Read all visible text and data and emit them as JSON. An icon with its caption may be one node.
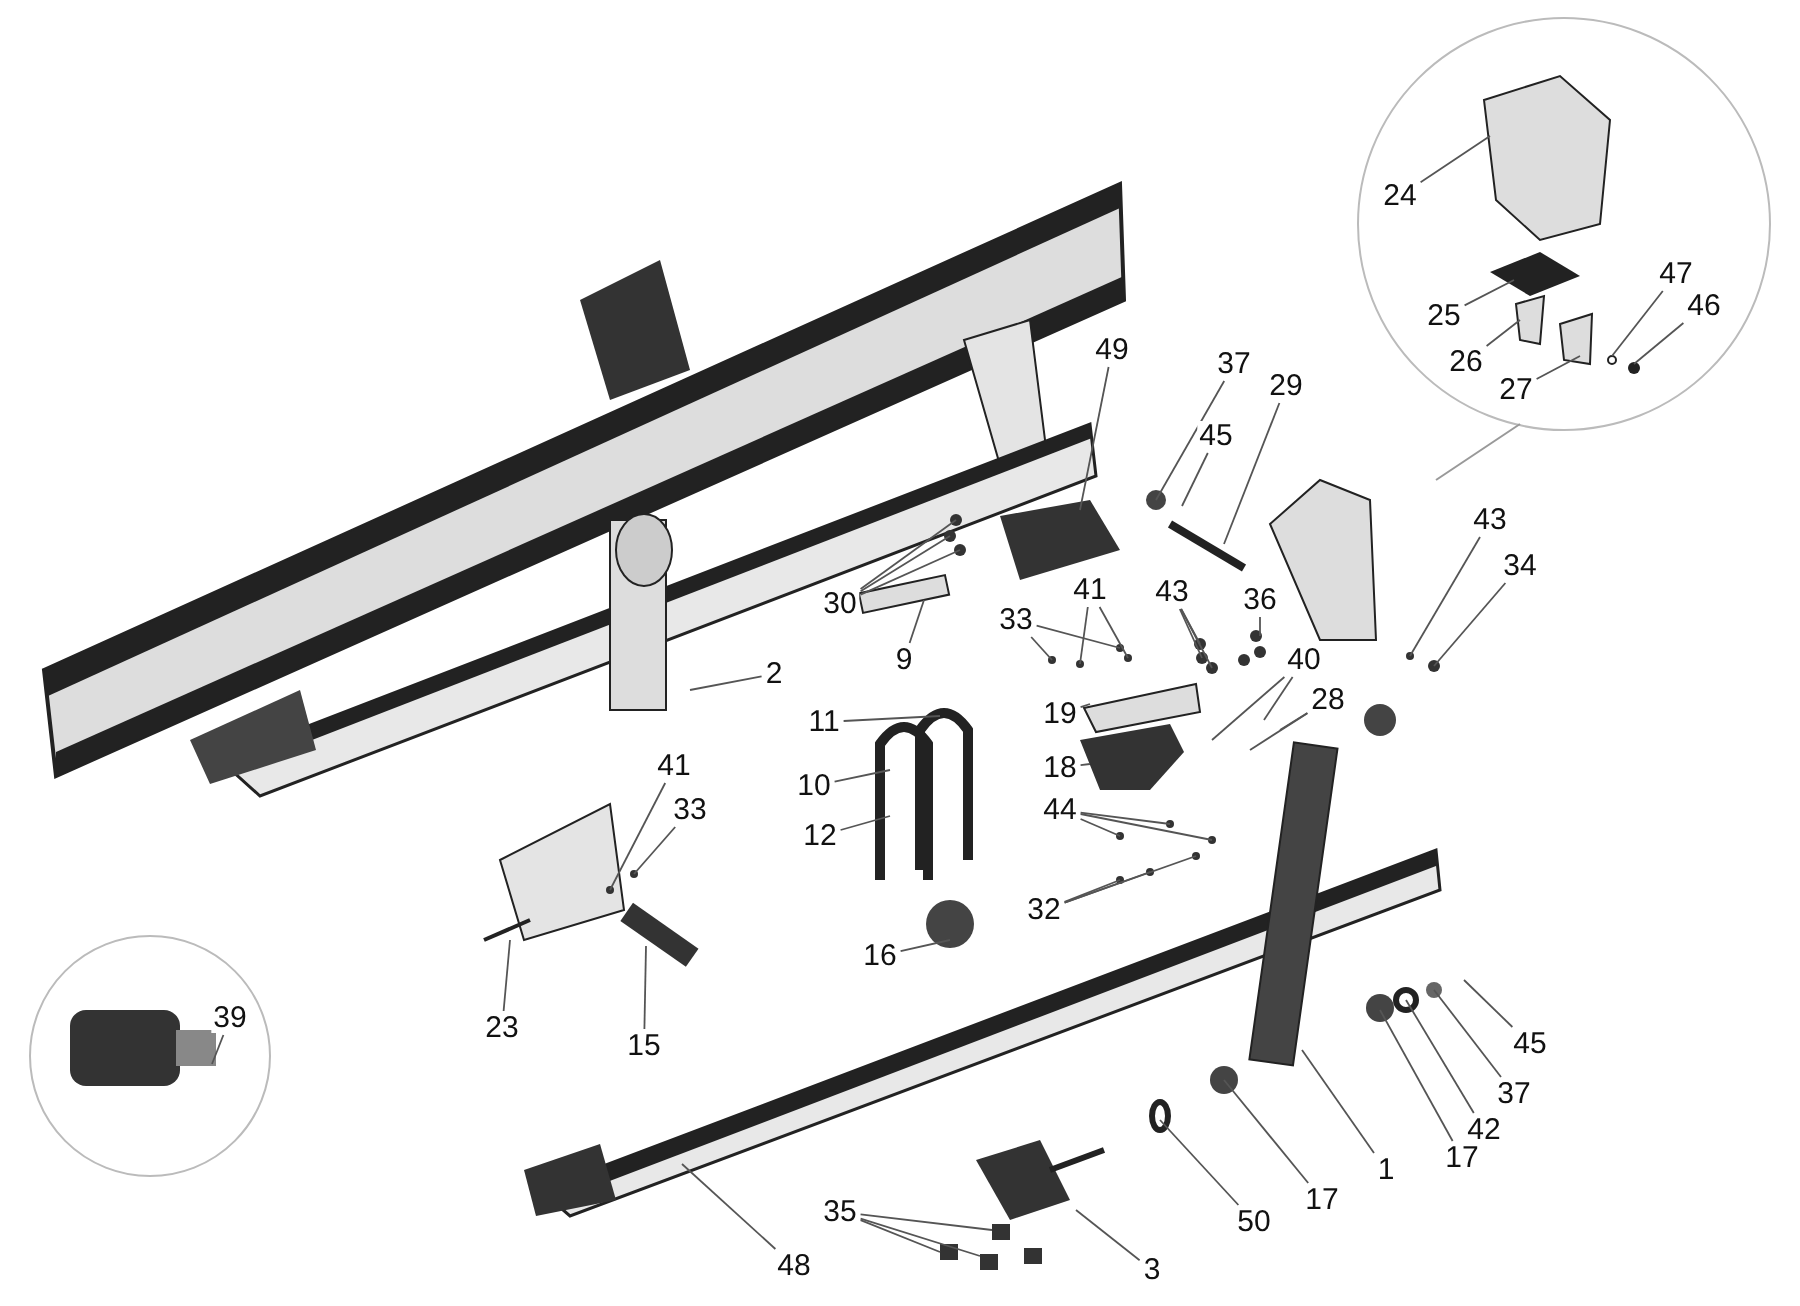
{
  "diagram": {
    "nodes": [
      {
        "text": [
          "24"
        ]
      },
      {
        "text": [
          "25"
        ]
      },
      {
        "text": [
          "26"
        ]
      },
      {
        "text": [
          "27"
        ]
      },
      {
        "text": [
          "47"
        ]
      },
      {
        "text": [
          "46"
        ]
      },
      {
        "text": [
          "49"
        ]
      },
      {
        "text": [
          "37"
        ]
      },
      {
        "text": [
          "29"
        ]
      },
      {
        "text": [
          "45"
        ]
      },
      {
        "text": [
          "43"
        ]
      },
      {
        "text": [
          "34"
        ]
      },
      {
        "text": [
          "30"
        ]
      },
      {
        "text": [
          "36"
        ]
      },
      {
        "text": [
          "43"
        ]
      },
      {
        "text": [
          "41"
        ]
      },
      {
        "text": [
          "33"
        ]
      },
      {
        "text": [
          "9"
        ]
      },
      {
        "text": [
          "2"
        ]
      },
      {
        "text": [
          "40"
        ]
      },
      {
        "text": [
          "28"
        ]
      },
      {
        "text": [
          "11"
        ]
      },
      {
        "text": [
          "19"
        ]
      },
      {
        "text": [
          "10"
        ]
      },
      {
        "text": [
          "18"
        ]
      },
      {
        "text": [
          "41"
        ]
      },
      {
        "text": [
          "33"
        ]
      },
      {
        "text": [
          "12"
        ]
      },
      {
        "text": [
          "44"
        ]
      },
      {
        "text": [
          "32"
        ]
      },
      {
        "text": [
          "16"
        ]
      },
      {
        "text": [
          "39"
        ]
      },
      {
        "text": [
          "23"
        ]
      },
      {
        "text": [
          "15"
        ]
      },
      {
        "text": [
          "45"
        ]
      },
      {
        "text": [
          "37"
        ]
      },
      {
        "text": [
          "42"
        ]
      },
      {
        "text": [
          "17"
        ]
      },
      {
        "text": [
          "1"
        ]
      },
      {
        "text": [
          "17"
        ]
      },
      {
        "text": [
          "50"
        ]
      },
      {
        "text": [
          "3"
        ]
      },
      {
        "text": [
          "48"
        ]
      },
      {
        "text": [
          "35"
        ]
      }
    ],
    "edges": [
      {
        "from": 0,
        "to": null,
        "arrow": "none"
      },
      {
        "from": 1,
        "to": null,
        "arrow": "none"
      },
      {
        "from": 2,
        "to": null,
        "arrow": "none"
      },
      {
        "from": 3,
        "to": null,
        "arrow": "none"
      },
      {
        "from": 4,
        "to": null,
        "arrow": "none"
      },
      {
        "from": 5,
        "to": null,
        "arrow": "none"
      },
      {
        "from": 6,
        "to": null,
        "arrow": "none"
      },
      {
        "from": 7,
        "to": null,
        "arrow": "none"
      },
      {
        "from": 8,
        "to": null,
        "arrow": "none"
      },
      {
        "from": 9,
        "to": null,
        "arrow": "none"
      },
      {
        "from": 10,
        "to": null,
        "arrow": "none"
      },
      {
        "from": 11,
        "to": null,
        "arrow": "none"
      },
      {
        "from": 12,
        "to": null,
        "arrow": "none"
      },
      {
        "from": 12,
        "to": null,
        "arrow": "none"
      },
      {
        "from": 12,
        "to": null,
        "arrow": "none"
      },
      {
        "from": 13,
        "to": null,
        "arrow": "none"
      },
      {
        "from": 14,
        "to": null,
        "arrow": "none"
      },
      {
        "from": 14,
        "to": null,
        "arrow": "none"
      },
      {
        "from": 14,
        "to": null,
        "arrow": "none"
      },
      {
        "from": 15,
        "to": null,
        "arrow": "none"
      },
      {
        "from": 15,
        "to": null,
        "arrow": "none"
      },
      {
        "from": 16,
        "to": null,
        "arrow": "none"
      },
      {
        "from": 16,
        "to": null,
        "arrow": "none"
      },
      {
        "from": 17,
        "to": null,
        "arrow": "none"
      },
      {
        "from": 18,
        "to": null,
        "arrow": "none"
      },
      {
        "from": 19,
        "to": null,
        "arrow": "none"
      },
      {
        "from": 19,
        "to": null,
        "arrow": "none"
      },
      {
        "from": 20,
        "to": null,
        "arrow": "none"
      },
      {
        "from": 20,
        "to": null,
        "arrow": "none"
      },
      {
        "from": 21,
        "to": null,
        "arrow": "none"
      },
      {
        "from": 22,
        "to": null,
        "arrow": "none"
      },
      {
        "from": 23,
        "to": null,
        "arrow": "none"
      },
      {
        "from": 24,
        "to": null,
        "arrow": "none"
      },
      {
        "from": 25,
        "to": null,
        "arrow": "none"
      },
      {
        "from": 26,
        "to": null,
        "arrow": "none"
      },
      {
        "from": 27,
        "to": null,
        "arrow": "none"
      },
      {
        "from": 28,
        "to": null,
        "arrow": "none"
      },
      {
        "from": 28,
        "to": null,
        "arrow": "none"
      },
      {
        "from": 28,
        "to": null,
        "arrow": "none"
      },
      {
        "from": 29,
        "to": null,
        "arrow": "none"
      },
      {
        "from": 29,
        "to": null,
        "arrow": "none"
      },
      {
        "from": 29,
        "to": null,
        "arrow": "none"
      },
      {
        "from": 30,
        "to": null,
        "arrow": "none"
      },
      {
        "from": 31,
        "to": null,
        "arrow": "none"
      },
      {
        "from": 32,
        "to": null,
        "arrow": "none"
      },
      {
        "from": 33,
        "to": null,
        "arrow": "none"
      },
      {
        "from": 34,
        "to": null,
        "arrow": "none"
      },
      {
        "from": 35,
        "to": null,
        "arrow": "none"
      },
      {
        "from": 36,
        "to": null,
        "arrow": "none"
      },
      {
        "from": 37,
        "to": null,
        "arrow": "none"
      },
      {
        "from": 38,
        "to": null,
        "arrow": "none"
      },
      {
        "from": 39,
        "to": null,
        "arrow": "none"
      },
      {
        "from": 40,
        "to": null,
        "arrow": "none"
      },
      {
        "from": 41,
        "to": null,
        "arrow": "none"
      },
      {
        "from": 42,
        "to": null,
        "arrow": "none"
      },
      {
        "from": 43,
        "to": null,
        "arrow": "none"
      },
      {
        "from": 43,
        "to": null,
        "arrow": "none"
      },
      {
        "from": 43,
        "to": null,
        "arrow": "none"
      }
    ]
  }
}
